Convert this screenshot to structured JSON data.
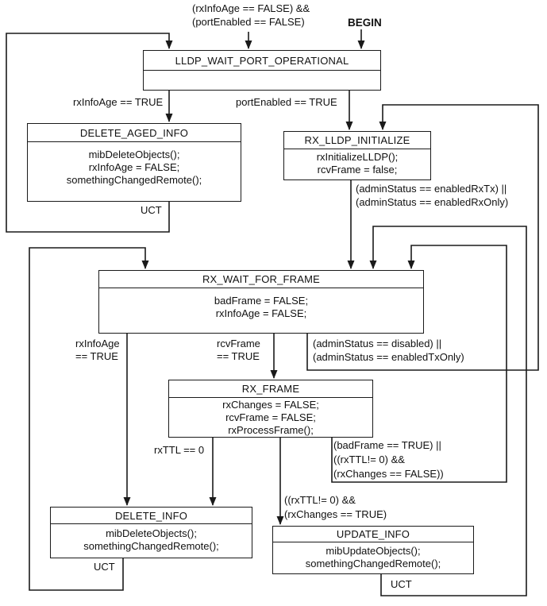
{
  "diagram": {
    "title_hint": "LLDP RX state machine",
    "colors": {
      "background": "#ffffff",
      "line": "#1a1a1a",
      "text": "#111111"
    },
    "begin_label": "BEGIN",
    "states": [
      {
        "id": "lldp-wait-port-operational",
        "title": "LLDP_WAIT_PORT_OPERATIONAL",
        "body": ""
      },
      {
        "id": "delete-aged-info",
        "title": "DELETE_AGED_INFO",
        "body": "mibDeleteObjects();\nrxInfoAge = FALSE;\nsomethingChangedRemote();"
      },
      {
        "id": "rx-lldp-initialize",
        "title": "RX_LLDP_INITIALIZE",
        "body": "rxInitializeLLDP();\nrcvFrame = false;"
      },
      {
        "id": "rx-wait-for-frame",
        "title": "RX_WAIT_FOR_FRAME",
        "body": "badFrame = FALSE;\nrxInfoAge = FALSE;"
      },
      {
        "id": "rx-frame",
        "title": "RX_FRAME",
        "body": "rxChanges = FALSE;\nrcvFrame = FALSE;\nrxProcessFrame();"
      },
      {
        "id": "delete-info",
        "title": "DELETE_INFO",
        "body": "mibDeleteObjects();\nsomethingChangedRemote();"
      },
      {
        "id": "update-info",
        "title": "UPDATE_INFO",
        "body": "mibUpdateObjects();\nsomethingChangedRemote();"
      }
    ],
    "labels": {
      "global_condition": "(rxInfoAge == FALSE) &&\n(portEnabled == FALSE)",
      "rx_info_age_true_top": "rxInfoAge == TRUE",
      "port_enabled_true": "portEnabled == TRUE",
      "admin_status_rx": "(adminStatus == enabledRxTx) ||\n(adminStatus == enabledRxOnly)",
      "rx_info_age_true_left": "rxInfoAge\n== TRUE",
      "rcv_frame_true": "rcvFrame\n== TRUE",
      "admin_status_disabled": "(adminStatus == disabled) ||\n(adminStatus == enabledTxOnly)",
      "rx_ttl_zero": "rxTTL == 0",
      "bad_frame_loop": "(badFrame == TRUE) ||\n((rxTTL!= 0) &&\n(rxChanges == FALSE))",
      "rx_changes_true": "((rxTTL!= 0) &&\n(rxChanges == TRUE)",
      "uct_delete_aged": "UCT",
      "uct_delete_info": "UCT",
      "uct_update_info": "UCT"
    }
  }
}
